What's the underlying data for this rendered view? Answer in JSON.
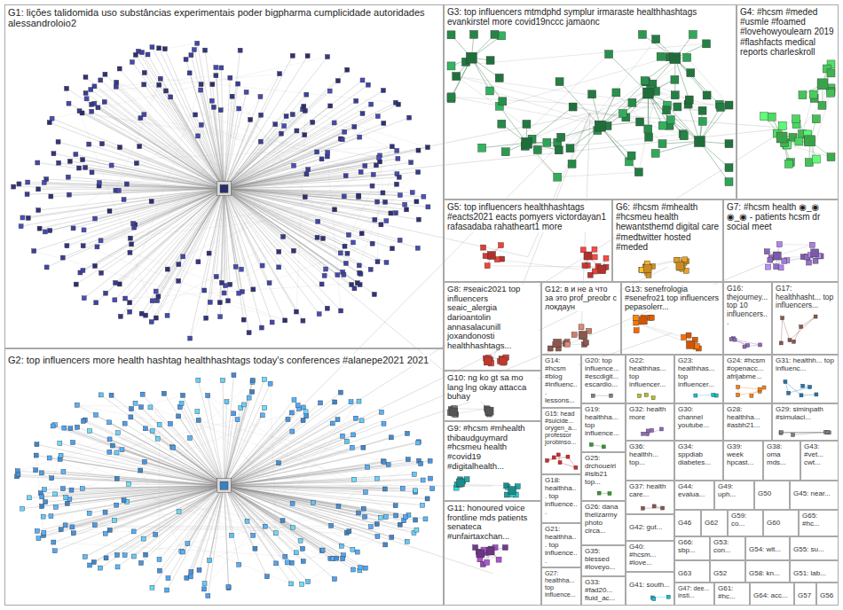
{
  "diagram": {
    "nodes": [
      {
        "text": [
          "G1: lições talidomida uso substâncias experimentais poder bigpharma cumplicidade autoridades alessandroloio2"
        ]
      },
      {
        "text": [
          "G2: top influencers more health hashtag healthhashtags today's conferences #alanepe2021 2021"
        ]
      },
      {
        "text": [
          "G3: top influencers mtmdphd symplur irmaraste healthhashtags evankirstel more covid19nccc jamaonc"
        ]
      },
      {
        "text": [
          "G4: #hcsm #meded #usmle #foamed #lovehowyoulearn 2019 #flashfacts medical reports charleskroll"
        ]
      },
      {
        "text": [
          "G5: top influencers healthhashtags #eacts2021 eacts pomyers victordayan1 rafasadaba rahatheart1 more"
        ]
      },
      {
        "text": [
          "G6: #hcsm #mhealth #hcsmeu health hewantsthemd digital care #medtwitter hosted #meded"
        ]
      },
      {
        "text": [
          "G7: #hcsm health ◉_◉ ◉_◉ - patients hcsm dr social meet"
        ]
      },
      {
        "text": [
          "G8: #seaic2021 top influencers seaic_alergia darioantolin annasalacunill joxandonosti healthhashtags..."
        ]
      },
      {
        "text": [
          "G10: ng ko gt sa mo lang lng okay attacca buhay"
        ]
      },
      {
        "text": [
          "G9: #hcsm #mhealth thibaudguymard #hcsmeu health #covid19 #digitalhealth..."
        ]
      },
      {
        "text": [
          "G11: honoured voice frontline mds patients senateca #unfairtaxchan..."
        ]
      },
      {
        "text": [
          "G12: в и не а что за это prof_preobr с локдаун"
        ]
      },
      {
        "text": [
          "G13: senefrologia #senefro21 top influencers pepasolerr..."
        ]
      },
      {
        "text": [
          "G16: thejourney... top 10 influencers..."
        ]
      },
      {
        "text": [
          "G17: healthhasht... top influencers..."
        ]
      },
      {
        "text": [
          "G14: #hcsm #blog #influenc... lessons..."
        ]
      },
      {
        "text": [
          "G20: top influence... #escdigit... escardio..."
        ]
      },
      {
        "text": [
          "G22: healthhas... top influencer..."
        ]
      },
      {
        "text": [
          "G23: healthhas... top influencer..."
        ]
      },
      {
        "text": [
          "G24: #hcsm #openacc... afrijabme..."
        ]
      },
      {
        "text": [
          "G31: healthh... top influenc..."
        ]
      },
      {
        "text": [
          "G15: head #suicide... orygen_a... professor jorobinso..."
        ]
      },
      {
        "text": [
          "G19: healthha... top influence..."
        ]
      },
      {
        "text": [
          "G32: health more"
        ]
      },
      {
        "text": [
          "G30: channel youtube..."
        ]
      },
      {
        "text": [
          "G28: healthha... #asbh21..."
        ]
      },
      {
        "text": [
          "G29: siminpath #simulaci..."
        ]
      },
      {
        "text": [
          "G36: healthh... top..."
        ]
      },
      {
        "text": [
          "G34: sppdiab diabetes..."
        ]
      },
      {
        "text": [
          "G39: week hpcast..."
        ]
      },
      {
        "text": [
          "G38: oma mds..."
        ]
      },
      {
        "text": [
          "G43: #vet... cwt..."
        ]
      },
      {
        "text": [
          "G25: drchoueiri #islb21 top..."
        ]
      },
      {
        "text": [
          "G18: healthha... top influence..."
        ]
      },
      {
        "text": [
          "G37: health care..."
        ]
      },
      {
        "text": [
          "G44: evalua..."
        ]
      },
      {
        "text": [
          "G49: uph..."
        ]
      },
      {
        "text": [
          "G50"
        ]
      },
      {
        "text": [
          "G45: near..."
        ]
      },
      {
        "text": [
          "G26: dana thelizarmy photo circa..."
        ]
      },
      {
        "text": [
          "G46"
        ]
      },
      {
        "text": [
          "G62"
        ]
      },
      {
        "text": [
          "G59: co..."
        ]
      },
      {
        "text": [
          "G60"
        ]
      },
      {
        "text": [
          "G65: #hc..."
        ]
      },
      {
        "text": [
          "G42: gut..."
        ]
      },
      {
        "text": [
          "G21: healthha... top influence..."
        ]
      },
      {
        "text": [
          "G66: sbp..."
        ]
      },
      {
        "text": [
          "G53: con..."
        ]
      },
      {
        "text": [
          "G54: wit..."
        ]
      },
      {
        "text": [
          "G55: su..."
        ]
      },
      {
        "text": [
          "G40: #hcsm... #love..."
        ]
      },
      {
        "text": [
          "G35: blessed #loveyo..."
        ]
      },
      {
        "text": [
          "G63"
        ]
      },
      {
        "text": [
          "G52"
        ]
      },
      {
        "text": [
          "G58: kn..."
        ]
      },
      {
        "text": [
          "G51: lab..."
        ]
      },
      {
        "text": [
          "G27: healthha... top influence..."
        ]
      },
      {
        "text": [
          "G41: south..."
        ]
      },
      {
        "text": [
          "G33: #fad20... fluid_ac..."
        ]
      },
      {
        "text": [
          "G47: dee... insti..."
        ]
      },
      {
        "text": [
          "G61: #hc..."
        ]
      },
      {
        "text": [
          "G64: acc..."
        ]
      },
      {
        "text": [
          "G57"
        ]
      },
      {
        "text": [
          "G56"
        ]
      }
    ]
  }
}
